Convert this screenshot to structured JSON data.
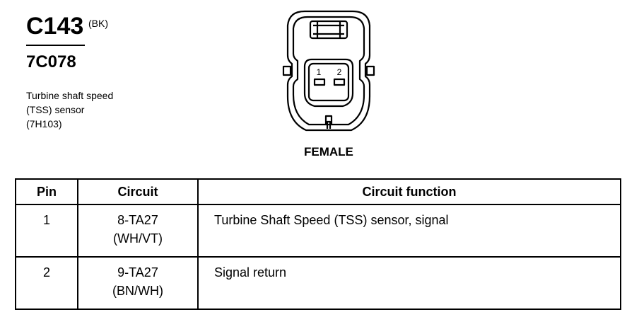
{
  "header": {
    "connector_id": "C143",
    "color_code": "(BK)",
    "part_number": "7C078",
    "description": [
      "Turbine shaft speed",
      "(TSS) sensor",
      "(7H103)"
    ]
  },
  "connector": {
    "pin_labels": [
      "1",
      "2"
    ],
    "gender": "FEMALE"
  },
  "table": {
    "headers": [
      "Pin",
      "Circuit",
      "Circuit function"
    ],
    "rows": [
      {
        "pin": "1",
        "circuit": "8-TA27",
        "wire_color": "(WH/VT)",
        "function": "Turbine Shaft Speed (TSS) sensor, signal"
      },
      {
        "pin": "2",
        "circuit": "9-TA27",
        "wire_color": "(BN/WH)",
        "function": "Signal return"
      }
    ]
  }
}
